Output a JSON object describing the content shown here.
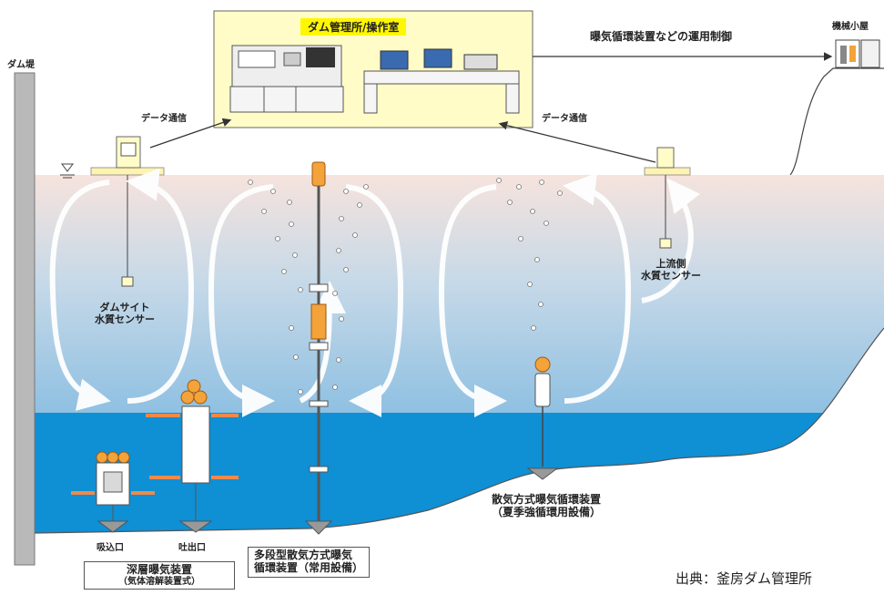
{
  "control_room": {
    "title": "ダム管理所/操作室"
  },
  "operation_control": "曝気循環装置などの運用制御",
  "machine_hut": "機械小屋",
  "dam_wall": "ダム堤",
  "data_comm_left": "データ通信",
  "data_comm_right": "データ通信",
  "sensor_dam": {
    "line1": "ダムサイト",
    "line2": "水質センサー"
  },
  "sensor_upstream": {
    "line1": "上流側",
    "line2": "水質センサー"
  },
  "intake": "吸込口",
  "outlet": "吐出口",
  "deep_aerator": {
    "line1": "深層曝気装置",
    "line2": "（気体溶解装置式）"
  },
  "multistage": {
    "line1": "多段型散気方式曝気",
    "line2": "循環装置（常用設備）"
  },
  "diffuser": {
    "line1": "散気方式曝気循環装置",
    "line2": "（夏季強循環用設備）"
  },
  "credit": "出典：釜房ダム管理所",
  "colors": {
    "panel": "#fffcc8",
    "panel_title": "#fff700",
    "water_surface": "#f4e1dc",
    "water_mid": "#a8cde6",
    "water_deep": "#0f8fd4",
    "device_orange": "#f3a33a",
    "arrow_orange": "#ee8a4a"
  }
}
